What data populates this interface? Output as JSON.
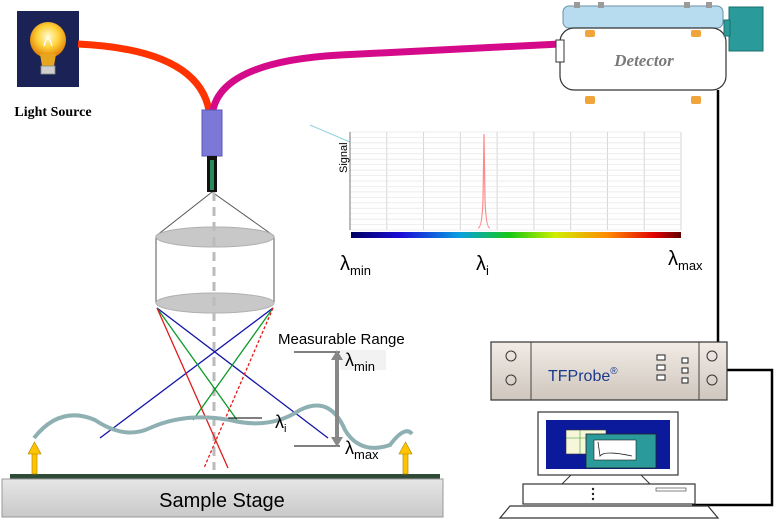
{
  "light_source": {
    "label": "Light Source"
  },
  "detector": {
    "label": "Detector"
  },
  "spectrum": {
    "ylabel": "Signal",
    "lambda_min": {
      "base": "λ",
      "sub": "min"
    },
    "lambda_i": {
      "base": "λ",
      "sub": "i"
    },
    "lambda_max": {
      "base": "λ",
      "sub": "max"
    }
  },
  "range": {
    "title": "Measurable Range",
    "lambda_min": {
      "base": "λ",
      "sub": "min"
    },
    "lambda_max": {
      "base": "λ",
      "sub": "max"
    }
  },
  "focus": {
    "lambda_i": {
      "base": "λ",
      "sub": "i"
    }
  },
  "stage": {
    "label": "Sample Stage"
  },
  "controller": {
    "label": "TFProbe",
    "mark": "®"
  },
  "colors": {
    "fiber_light": "#ff3300",
    "fiber_detector": "#d40a8a",
    "probe": "#7b78d8",
    "lens": "#c8c8c8",
    "ray_red": "#e01b1b",
    "ray_green": "#0a9a2a",
    "ray_blue": "#1414a8",
    "sample": "#8fb0b2",
    "peak": "#ff8a8a",
    "arrow": "#ffc400",
    "stage": "#d8d8d8",
    "detector_cap": "#b8dcef",
    "detector_box": "#2a9a9a",
    "feet": "#f0a43a"
  }
}
